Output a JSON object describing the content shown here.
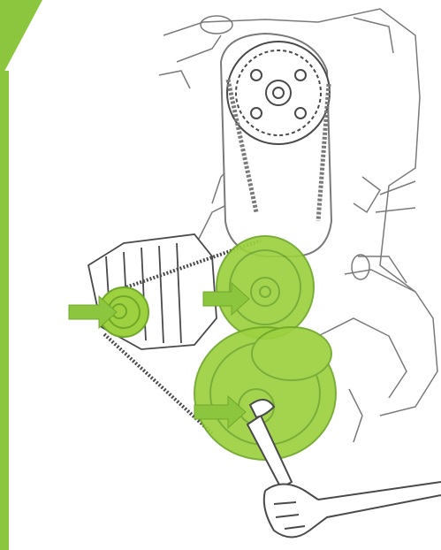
{
  "colors": {
    "accent": "#8cc63f",
    "accent_dark": "#6fa82a",
    "accent_fill": "#9dd140",
    "line": "#7a7a7a",
    "line_dark": "#4a4a4a",
    "background": "#ffffff"
  },
  "illustration": {
    "corner_tab": "green-corner-triangle",
    "side_bar": "green-vertical-stripe",
    "arrows": [
      "arrow-to-alternator-pulley",
      "arrow-to-water-pump-pulley",
      "arrow-to-crankshaft-pulley"
    ],
    "parts": [
      "timing-belt-cover",
      "camshaft-sprocket",
      "timing-belt",
      "alternator",
      "alternator-pulley",
      "water-pump-pulley",
      "crankshaft-pulley",
      "drive-belt",
      "wrench",
      "hand"
    ]
  }
}
